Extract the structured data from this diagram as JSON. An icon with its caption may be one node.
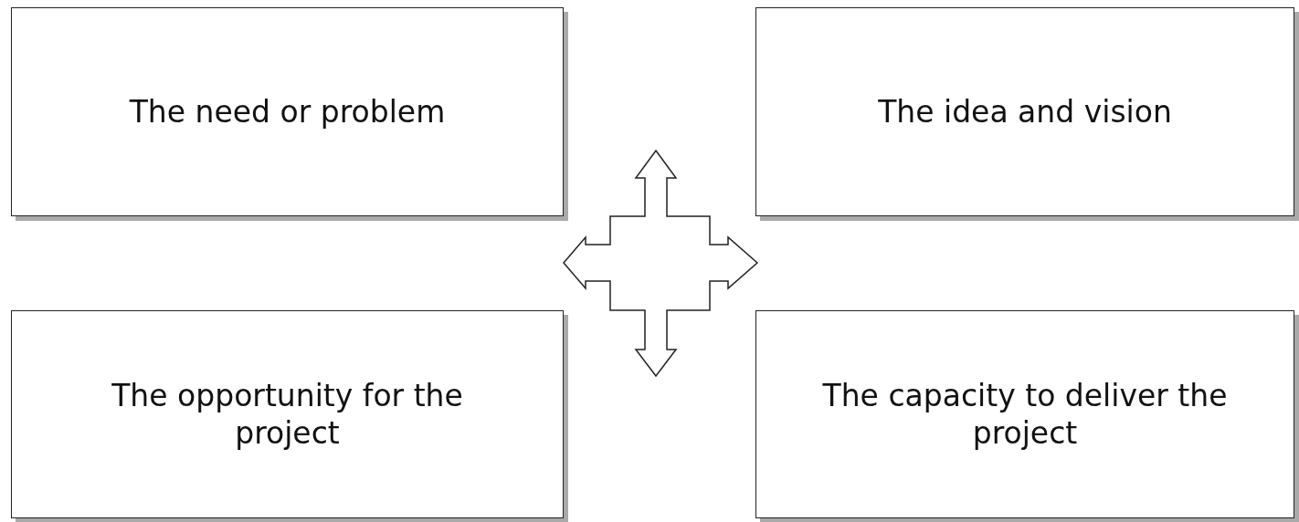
{
  "diagram": {
    "nodes": [
      {
        "text": [
          "The need or problem"
        ]
      },
      {
        "text": [
          "The idea and vision"
        ]
      },
      {
        "text": [
          "The opportunity for the project"
        ]
      },
      {
        "text": [
          "The capacity to deliver the project"
        ]
      }
    ]
  }
}
